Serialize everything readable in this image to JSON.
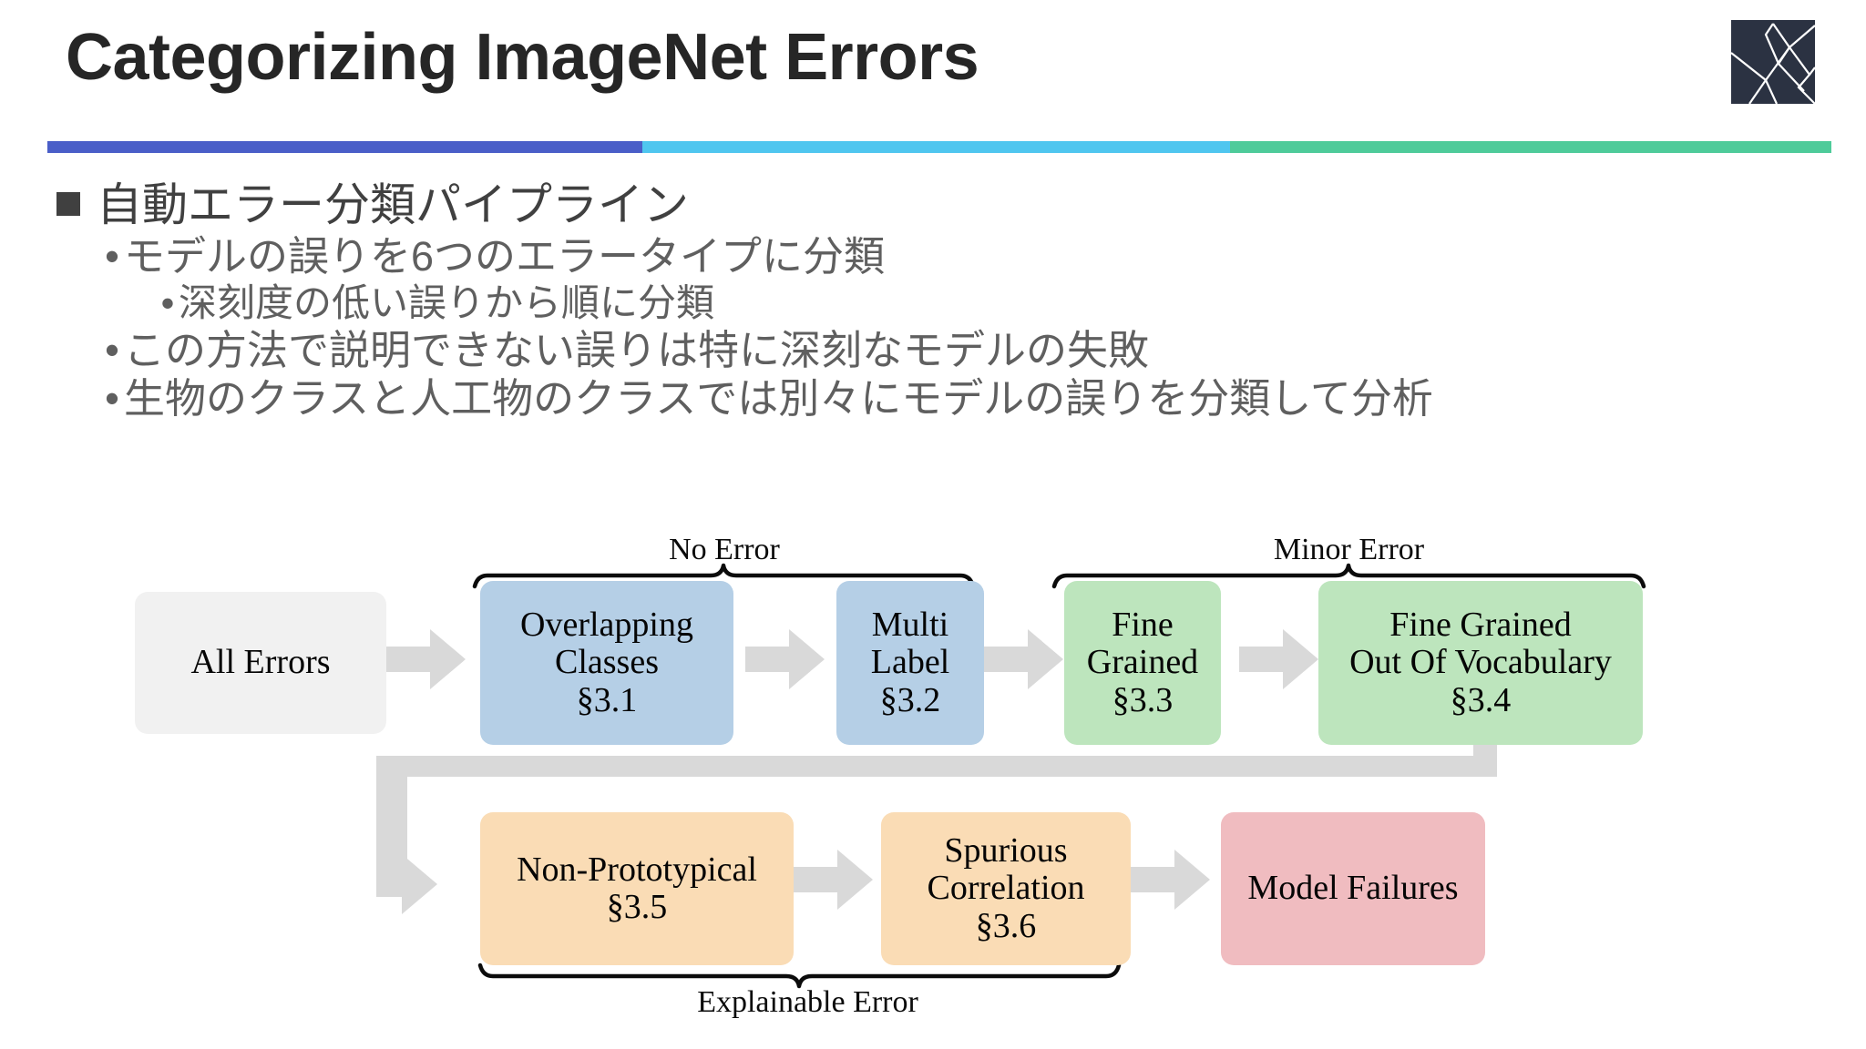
{
  "slide": {
    "title": "Categorizing ImageNet Errors",
    "logo_icon": "network-lattice-logo",
    "accent_colors": [
      "#4a5ec8",
      "#4fc6ef",
      "#4ecb9a"
    ]
  },
  "bullets": {
    "level1": "自動エラー分類パイプライン",
    "items": [
      {
        "level": 2,
        "text": "モデルの誤りを6つのエラータイプに分類"
      },
      {
        "level": 3,
        "text": "深刻度の低い誤りから順に分類"
      },
      {
        "level": 2,
        "text": "この方法で説明できない誤りは特に深刻なモデルの失敗"
      },
      {
        "level": 2,
        "text": "生物のクラスと人工物のクラスでは別々にモデルの誤りを分類して分析"
      }
    ]
  },
  "diagram": {
    "nodes": [
      {
        "id": "all-errors",
        "lines": [
          "All Errors"
        ],
        "color": "#f1f1f1"
      },
      {
        "id": "overlapping",
        "lines": [
          "Overlapping",
          "Classes",
          "§3.1"
        ],
        "color": "#b5cfe6"
      },
      {
        "id": "multi-label",
        "lines": [
          "Multi",
          "Label",
          "§3.2"
        ],
        "color": "#b5cfe6"
      },
      {
        "id": "fine-grained",
        "lines": [
          "Fine",
          "Grained",
          "§3.3"
        ],
        "color": "#bde5bd"
      },
      {
        "id": "fg-oov",
        "lines": [
          "Fine Grained",
          "Out Of Vocabulary",
          "§3.4"
        ],
        "color": "#bde5bd"
      },
      {
        "id": "non-proto",
        "lines": [
          "Non-Prototypical",
          "§3.5"
        ],
        "color": "#fadcb5"
      },
      {
        "id": "spurious",
        "lines": [
          "Spurious",
          "Correlation",
          "§3.6"
        ],
        "color": "#fadcb5"
      },
      {
        "id": "model-fail",
        "lines": [
          "Model Failures"
        ],
        "color": "#f0bcc0"
      }
    ],
    "braces": [
      {
        "id": "no-error",
        "label": "No Error"
      },
      {
        "id": "minor-error",
        "label": "Minor Error"
      },
      {
        "id": "explainable-error",
        "label": "Explainable Error"
      }
    ],
    "arrow_color": "#d9d9d9"
  }
}
